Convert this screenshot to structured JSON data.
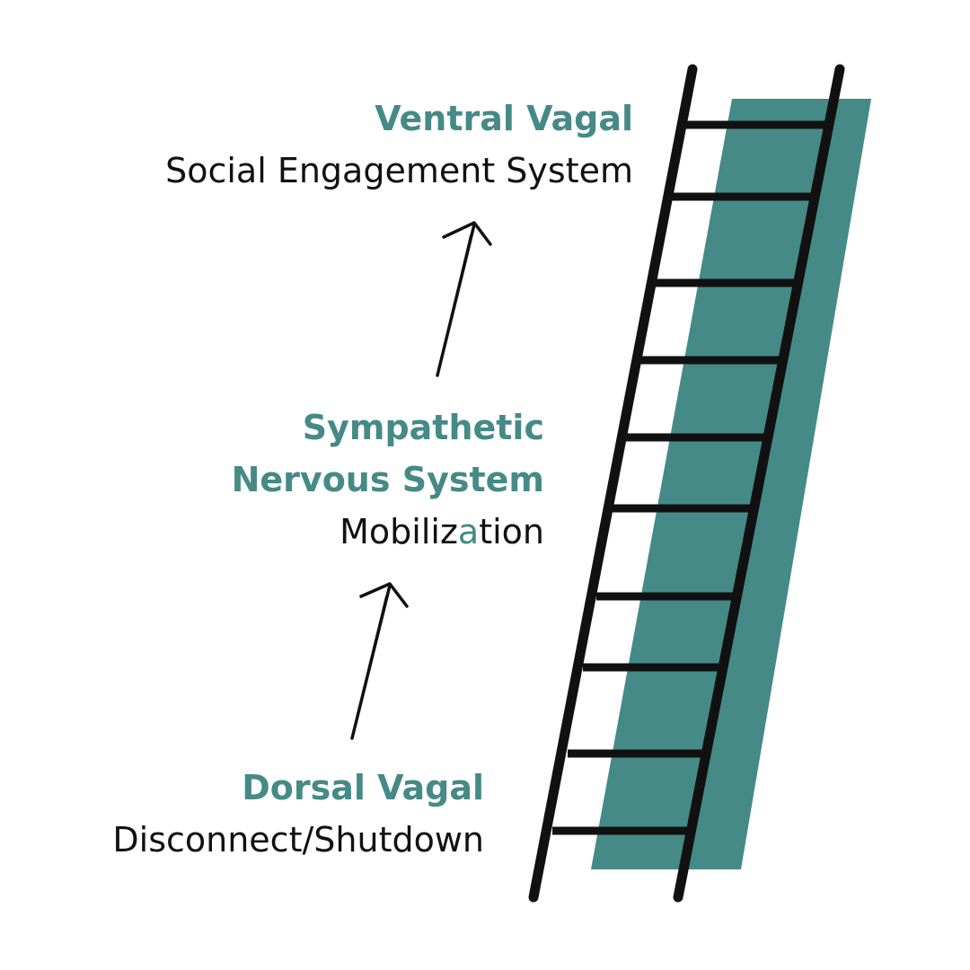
{
  "levels": {
    "ventral": {
      "title": "Ventral Vagal",
      "subtitle": "Social Engagement System"
    },
    "sympathetic": {
      "title_line1": "Sympathetic",
      "title_line2": "Nervous System",
      "subtitle_part1": "Mobiliz",
      "subtitle_accent": "a",
      "subtitle_part2": "tion"
    },
    "dorsal": {
      "title": "Dorsal Vagal",
      "subtitle": "Disconnect/Shutdown"
    }
  },
  "colors": {
    "accent": "#458a87",
    "ladder": "#111111",
    "text": "#111111",
    "background": "#ffffff"
  },
  "icons": {
    "ladder": "ladder-icon",
    "arrows": "up-arrow-icon"
  }
}
